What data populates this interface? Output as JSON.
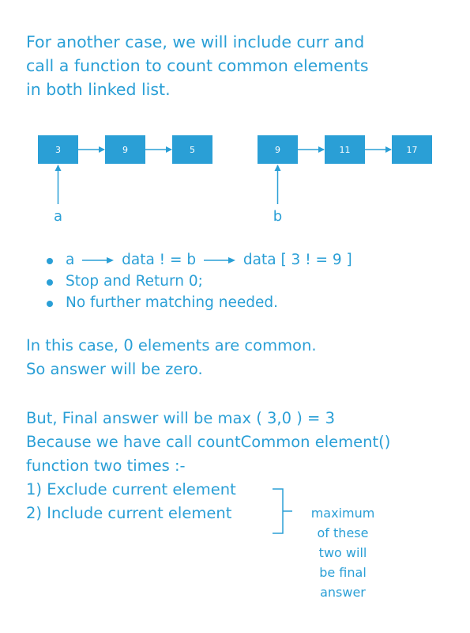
{
  "heading": {
    "lines": [
      "For another case, we will include curr and",
      "call a function to count common elements",
      "in both linked list."
    ]
  },
  "list_a": {
    "nodes": [
      "3",
      "9",
      "5"
    ],
    "pointer_label": "a"
  },
  "list_b": {
    "nodes": [
      "9",
      "11",
      "17"
    ],
    "pointer_label": "b"
  },
  "bullets": {
    "item1": {
      "part1": "a",
      "part2": "data ! = b",
      "part3": "data  [ 3 ! = 9 ]"
    },
    "item2": "Stop and Return 0;",
    "item3": "No further matching needed."
  },
  "case_text": {
    "lines": [
      "In this case,  0 elements are common.",
      "So answer will be zero."
    ]
  },
  "final_text": {
    "lines": [
      "But, Final answer will be max ( 3,0 ) = 3",
      "Because we have call countCommon element()",
      "function two times :-",
      "1) Exclude current element",
      "2) Include current element"
    ]
  },
  "side_note": {
    "lines": [
      "maximum",
      "of these",
      "two will",
      "be final",
      "answer"
    ]
  },
  "colors": {
    "accent": "#2a9fd6",
    "node_text": "#ffffff"
  }
}
